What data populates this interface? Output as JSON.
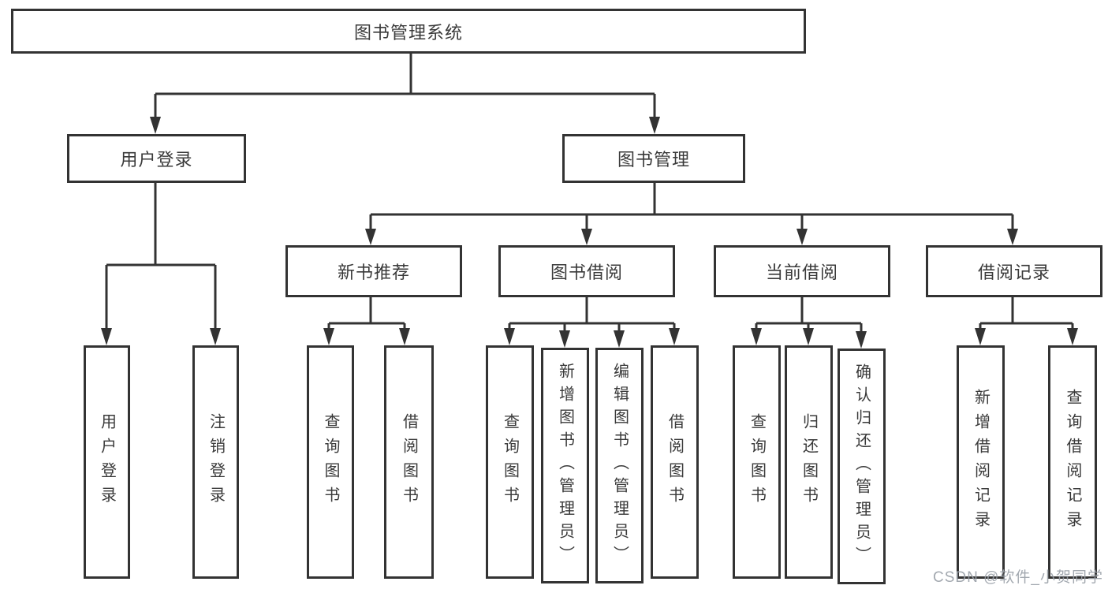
{
  "tree": {
    "label": "图书管理系统",
    "children": [
      {
        "label": "用户登录",
        "children": [
          {
            "label": "用户登录"
          },
          {
            "label": "注销登录"
          }
        ]
      },
      {
        "label": "图书管理",
        "children": [
          {
            "label": "新书推荐",
            "children": [
              {
                "label": "查询图书"
              },
              {
                "label": "借阅图书"
              }
            ]
          },
          {
            "label": "图书借阅",
            "children": [
              {
                "label": "查询图书"
              },
              {
                "label": "新增图书（管理员）"
              },
              {
                "label": "编辑图书（管理员）"
              },
              {
                "label": "借阅图书"
              }
            ]
          },
          {
            "label": "当前借阅",
            "children": [
              {
                "label": "查询图书"
              },
              {
                "label": "归还图书"
              },
              {
                "label": "确认归还（管理员）"
              }
            ]
          },
          {
            "label": "借阅记录",
            "children": [
              {
                "label": "新增借阅记录"
              },
              {
                "label": "查询借阅记录"
              }
            ]
          }
        ]
      }
    ]
  },
  "watermark": {
    "text": "CSDN @软件_小贺同学"
  },
  "colors": {
    "line": "#333333",
    "text": "#3a3a3a",
    "background": "#ffffff",
    "watermark": "#9aa0a8"
  }
}
